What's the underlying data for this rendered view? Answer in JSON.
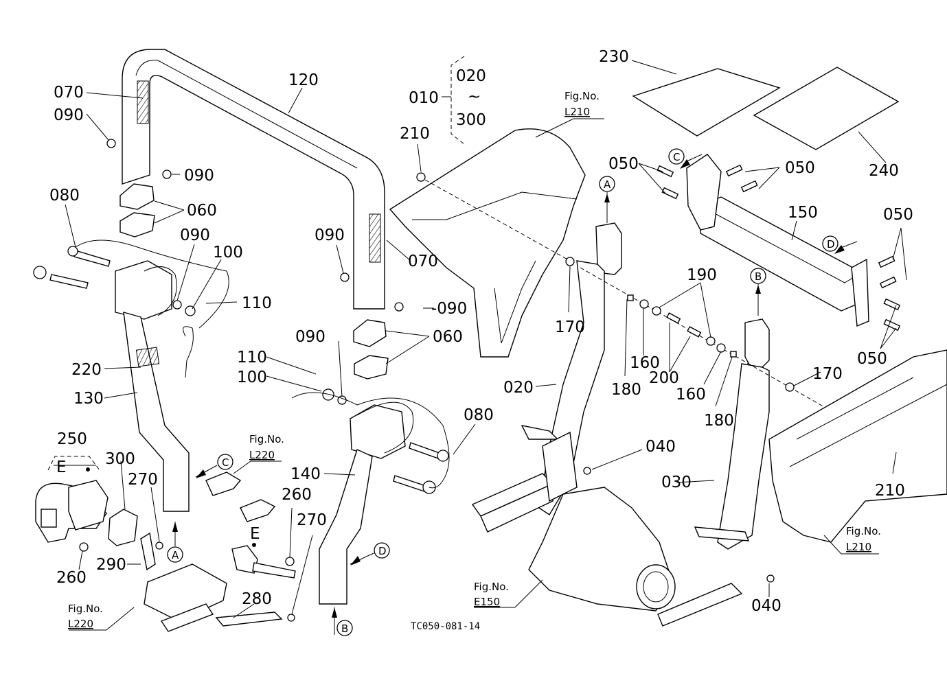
{
  "diagram": {
    "type": "exploded-parts-diagram",
    "drawing_code": "TC050-081-14",
    "assembly_range": {
      "label": "010",
      "from": "020",
      "tilde": "~",
      "to": "300"
    },
    "callouts": [
      {
        "id": "c120",
        "text": "120"
      },
      {
        "id": "c070a",
        "text": "070"
      },
      {
        "id": "c090a",
        "text": "090"
      },
      {
        "id": "c090b",
        "text": "090"
      },
      {
        "id": "c060a",
        "text": "060"
      },
      {
        "id": "c080a",
        "text": "080"
      },
      {
        "id": "c090c",
        "text": "090"
      },
      {
        "id": "c100a",
        "text": "100"
      },
      {
        "id": "c110a",
        "text": "110"
      },
      {
        "id": "c220",
        "text": "220"
      },
      {
        "id": "c130",
        "text": "130"
      },
      {
        "id": "c090d",
        "text": "090"
      },
      {
        "id": "c070b",
        "text": "070"
      },
      {
        "id": "c090e",
        "text": "090"
      },
      {
        "id": "c090f",
        "text": "-090"
      },
      {
        "id": "c060b",
        "text": "060"
      },
      {
        "id": "c110b",
        "text": "110"
      },
      {
        "id": "c100b",
        "text": "100"
      },
      {
        "id": "c080b",
        "text": "080"
      },
      {
        "id": "c140",
        "text": "140"
      },
      {
        "id": "c250",
        "text": "250"
      },
      {
        "id": "c300",
        "text": "300"
      },
      {
        "id": "c270a",
        "text": "270"
      },
      {
        "id": "c260a",
        "text": "260"
      },
      {
        "id": "c290",
        "text": "290"
      },
      {
        "id": "c260b",
        "text": "260"
      },
      {
        "id": "c270b",
        "text": "270"
      },
      {
        "id": "c280",
        "text": "280"
      },
      {
        "id": "c210a",
        "text": "210"
      },
      {
        "id": "c170a",
        "text": "170"
      },
      {
        "id": "c020",
        "text": "020"
      },
      {
        "id": "c040a",
        "text": "040"
      },
      {
        "id": "c230",
        "text": "230"
      },
      {
        "id": "c240",
        "text": "240"
      },
      {
        "id": "c050a",
        "text": "050"
      },
      {
        "id": "c050b",
        "text": "050"
      },
      {
        "id": "c150",
        "text": "150"
      },
      {
        "id": "c050c",
        "text": "050"
      },
      {
        "id": "c050d",
        "text": "050"
      },
      {
        "id": "c190",
        "text": "190"
      },
      {
        "id": "c160a",
        "text": "160"
      },
      {
        "id": "c200",
        "text": "200"
      },
      {
        "id": "c180a",
        "text": "180"
      },
      {
        "id": "c160b",
        "text": "160"
      },
      {
        "id": "c180b",
        "text": "180"
      },
      {
        "id": "c170b",
        "text": "170"
      },
      {
        "id": "c030",
        "text": "030"
      },
      {
        "id": "c210b",
        "text": "210"
      },
      {
        "id": "c040b",
        "text": "040"
      }
    ],
    "figure_refs": [
      {
        "id": "f1",
        "line1": "Fig.No.",
        "line2": "L210"
      },
      {
        "id": "f2",
        "line1": "Fig.No.",
        "line2": "L220"
      },
      {
        "id": "f3",
        "line1": "Fig.No.",
        "line2": "L220"
      },
      {
        "id": "f4",
        "line1": "Fig.No.",
        "line2": "E150"
      },
      {
        "id": "f5",
        "line1": "Fig.No.",
        "line2": "L210"
      }
    ],
    "connection_markers": [
      {
        "id": "mA1",
        "letter": "A"
      },
      {
        "id": "mA2",
        "letter": "A"
      },
      {
        "id": "mB1",
        "letter": "B"
      },
      {
        "id": "mB2",
        "letter": "B"
      },
      {
        "id": "mC1",
        "letter": "C"
      },
      {
        "id": "mC2",
        "letter": "C"
      },
      {
        "id": "mD1",
        "letter": "D"
      },
      {
        "id": "mD2",
        "letter": "D"
      },
      {
        "id": "mE1",
        "letter": "E"
      },
      {
        "id": "mE2",
        "letter": "E"
      }
    ]
  }
}
